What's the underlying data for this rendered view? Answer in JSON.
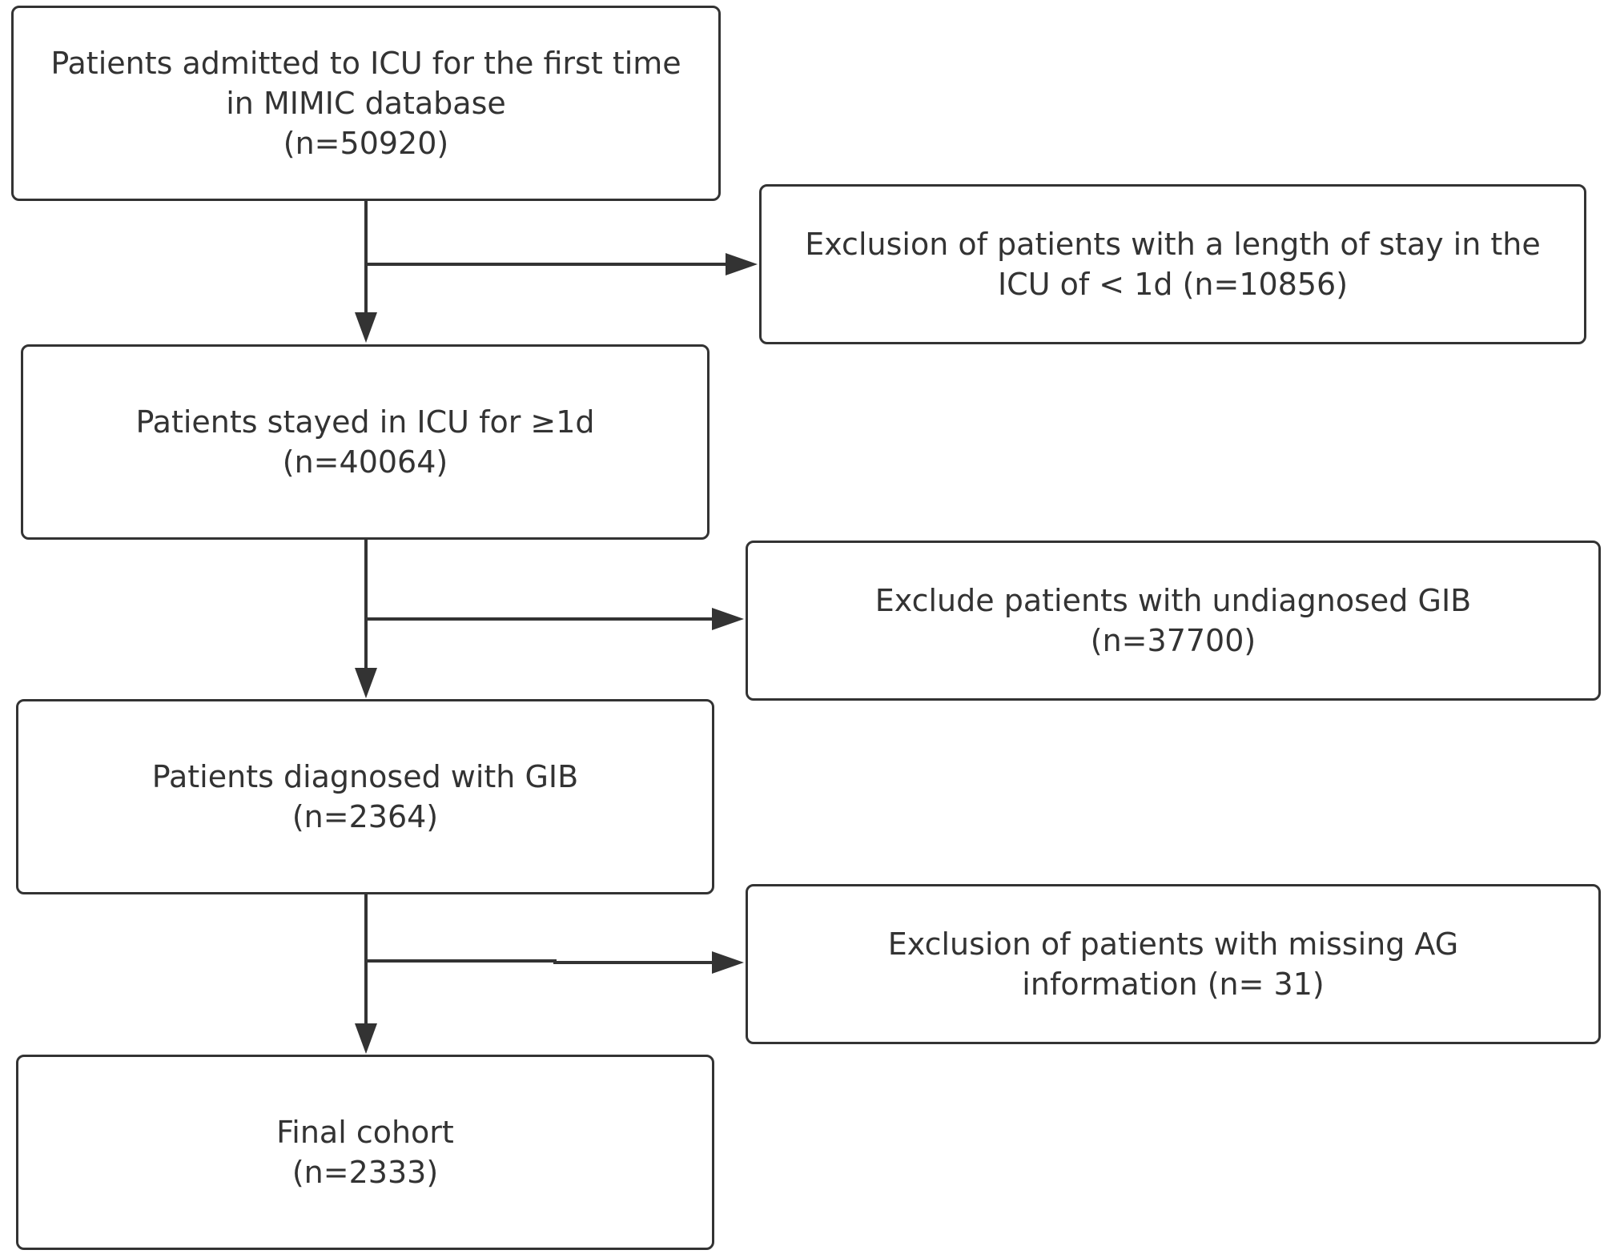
{
  "diagram": {
    "colors": {
      "stroke": "#333333",
      "text": "#333333",
      "background": "#ffffff"
    },
    "main_boxes": [
      {
        "id": "start",
        "lines": [
          "Patients admitted to ICU for the first time",
          "in MIMIC database",
          "(n=50920)"
        ]
      },
      {
        "id": "stayed",
        "lines": [
          "Patients stayed in ICU for ≥1d",
          "(n=40064)"
        ]
      },
      {
        "id": "gib",
        "lines": [
          "Patients diagnosed with GIB",
          "(n=2364)"
        ]
      },
      {
        "id": "final",
        "lines": [
          "Final cohort",
          "(n=2333)"
        ]
      }
    ],
    "exclusion_boxes": [
      {
        "id": "excl-1",
        "lines": [
          "Exclusion of patients with a length of stay in the",
          "ICU of < 1d (n=10856)"
        ]
      },
      {
        "id": "excl-2",
        "lines": [
          "Exclude patients with undiagnosed GIB",
          "(n=37700)"
        ]
      },
      {
        "id": "excl-3",
        "lines": [
          "Exclusion of patients with missing AG",
          "information (n= 31)"
        ]
      }
    ]
  }
}
